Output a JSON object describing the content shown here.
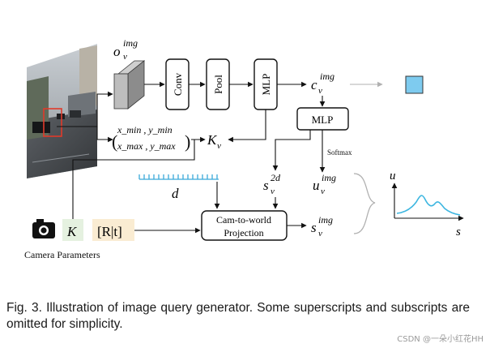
{
  "blocks": {
    "conv": "Conv",
    "pool": "Pool",
    "mlp_vertical": "MLP",
    "mlp_horizontal": "MLP",
    "projection_line1": "Cam-to-world",
    "projection_line2": "Projection"
  },
  "labels": {
    "o_base": "o",
    "o_sub": "v",
    "o_sup": "img",
    "c_base": "c",
    "c_sub": "v",
    "c_sup": "img",
    "bbox_row1": "x_min , y_min",
    "bbox_row2": "x_max , y_max",
    "k_base": "K",
    "k_sub": "v",
    "s2d_base": "s",
    "s2d_sub": "v",
    "s2d_sup": "2d",
    "u_base": "u",
    "u_sub": "v",
    "u_sup": "img",
    "s_base": "s",
    "s_sub": "v",
    "s_sup": "img",
    "softmax": "Softmax",
    "d": "d",
    "k_intrinsic": "K",
    "extrinsic": "[R|t]",
    "camera_parameters": "Camera Parameters",
    "plot_ylabel": "u",
    "plot_xlabel": "s"
  },
  "caption": "Fig. 3. Illustration of image query generator. Some superscripts and subscripts are omitted for simplicity.",
  "watermark": "CSDN @一朵小红花HH",
  "colors": {
    "query_square": "#7ecbef",
    "ruler": "#3aa9d9",
    "curve": "#3db6e0",
    "k_bg": "#e5f1e0",
    "rt_bg": "#faecd2",
    "gray_arrow": "#b0b0b0"
  }
}
